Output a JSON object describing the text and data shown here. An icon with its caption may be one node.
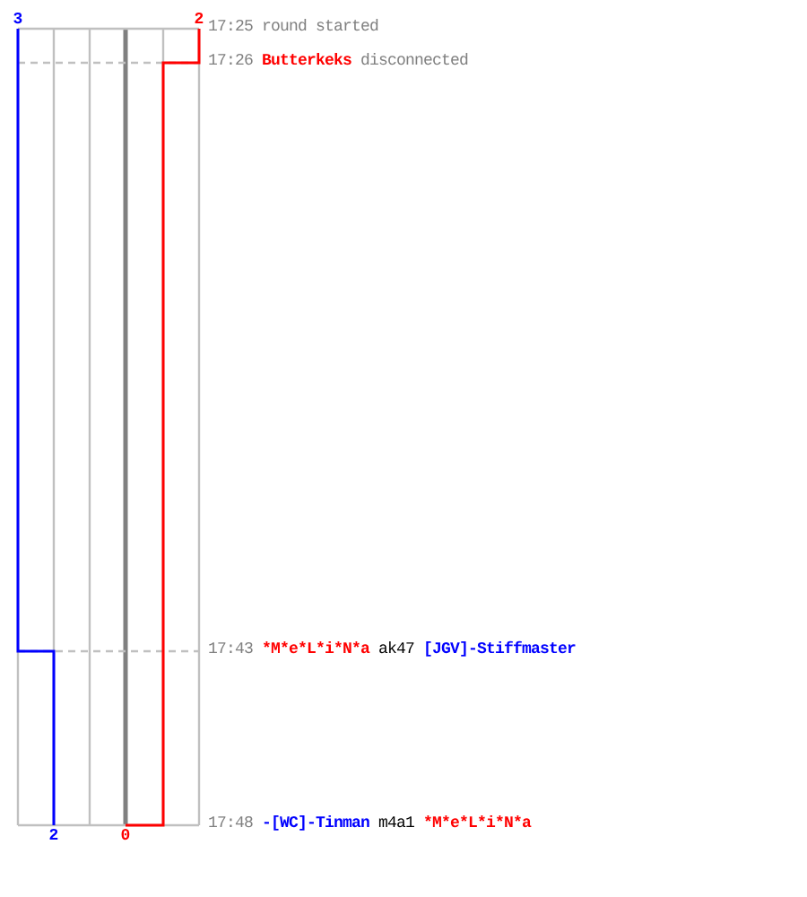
{
  "diagram": {
    "labels": [
      "3",
      "2",
      "17:25",
      "round started",
      "17:26",
      "Butterkeks",
      "disconnected",
      "17:43",
      "*M*e*L*i*N*a",
      "ak47",
      "[JGV]-Stiffmaster",
      "17:48",
      "-[WC]-Tinman",
      "m4a1",
      "*M*e*L*i*N*a",
      "2",
      "0"
    ]
  }
}
